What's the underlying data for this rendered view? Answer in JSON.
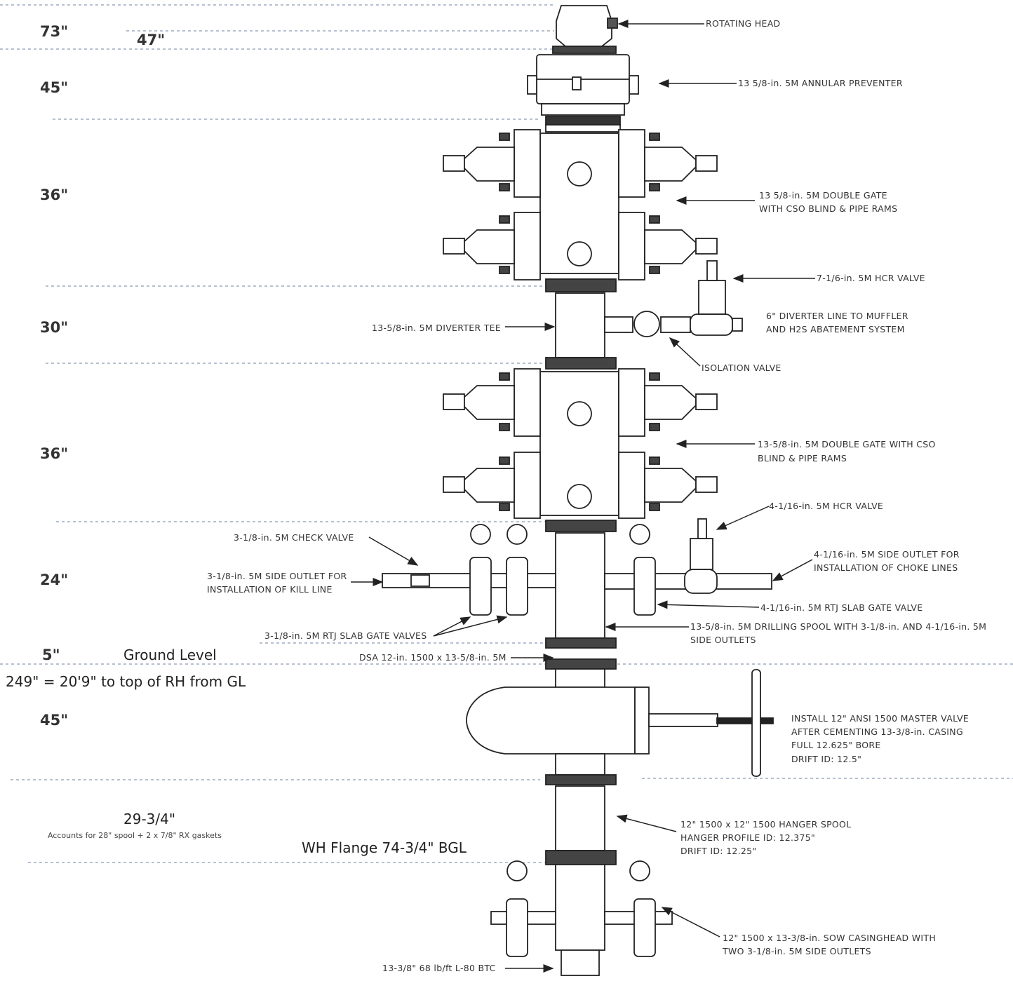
{
  "dimensions": {
    "d73": "73\"",
    "d47": "47\"",
    "d45a": "45\"",
    "d36a": "36\"",
    "d30": "30\"",
    "d36b": "36\"",
    "d24": "24\"",
    "d5": "5\"",
    "ground": "Ground Level",
    "total": "249\" = 20'9\" to top of RH from GL",
    "d45b": "45\"",
    "d2934": "29-3/4\"",
    "gaskets": "Accounts for 28\" spool + 2 x 7/8\" RX gaskets",
    "whflange": "WH Flange 74-3/4\" BGL"
  },
  "labels": {
    "rotating_head": "ROTATING HEAD",
    "annular": "13 5/8-in. 5M ANNULAR PREVENTER",
    "dg1_l1": "13 5/8-in. 5M DOUBLE GATE",
    "dg1_l2": "WITH CSO BLIND & PIPE RAMS",
    "hcr7": "7-1/6-in. 5M HCR VALVE",
    "diverter_tee": "13-5/8-in. 5M DIVERTER TEE",
    "divline_l1": "6\" DIVERTER LINE TO MUFFLER",
    "divline_l2": "AND H2S ABATEMENT SYSTEM",
    "isolation": "ISOLATION VALVE",
    "dg2_l1": "13-5/8-in. 5M DOUBLE GATE WITH CSO",
    "dg2_l2": "BLIND & PIPE RAMS",
    "hcr4": "4-1/16-in. 5M HCR VALVE",
    "check": "3-1/8-in. 5M CHECK VALVE",
    "kill_l1": "3-1/8-in. 5M SIDE OUTLET FOR",
    "kill_l2": "INSTALLATION OF KILL LINE",
    "choke_l1": "4-1/16-in. 5M SIDE OUTLET FOR",
    "choke_l2": "INSTALLATION OF CHOKE LINES",
    "rtj4": "4-1/16-in. 5M RTJ SLAB GATE VALVE",
    "rtj3": "3-1/8-in. 5M RTJ SLAB GATE VALVES",
    "spool_l1": "13-5/8-in. 5M DRILLING SPOOL WITH 3-1/8-in. AND 4-1/16-in. 5M",
    "spool_l2": "SIDE OUTLETS",
    "dsa": "DSA 12-in. 1500 x 13-5/8-in. 5M",
    "master_l1": "INSTALL 12\" ANSI 1500 MASTER VALVE",
    "master_l2": "AFTER CEMENTING 13-3/8-in. CASING",
    "master_l3": "FULL 12.625\" BORE",
    "master_l4": "DRIFT ID: 12.5\"",
    "hanger_l1": "12\" 1500 x 12\" 1500 HANGER SPOOL",
    "hanger_l2": "HANGER PROFILE ID: 12.375\"",
    "hanger_l3": "DRIFT ID: 12.25\"",
    "csghead_l1": "12\" 1500 x 13-3/8-in. SOW CASINGHEAD  WITH",
    "csghead_l2": "TWO 3-1/8-in. 5M SIDE OUTLETS",
    "casing": "13-3/8\" 68 lb/ft L-80 BTC"
  }
}
